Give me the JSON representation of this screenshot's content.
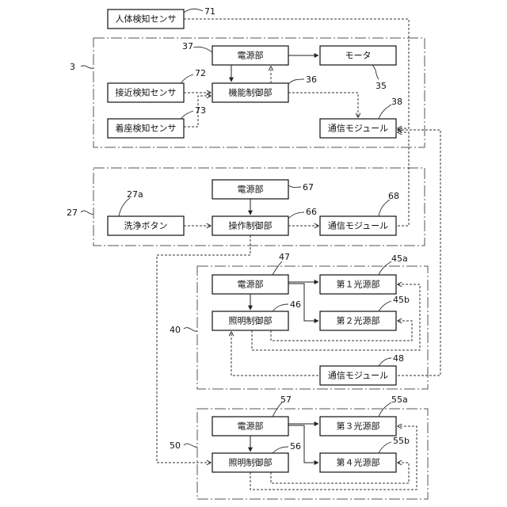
{
  "nodes": {
    "human_sensor": "人体検知センサ",
    "power1": "電源部",
    "motor": "モータ",
    "proximity_sensor": "接近検知センサ",
    "function_ctrl": "機能制御部",
    "seat_sensor": "着座検知センサ",
    "comm1": "通信モジュール",
    "power2": "電源部",
    "wash_button": "洗浄ボタン",
    "operation_ctrl": "操作制御部",
    "comm2": "通信モジュール",
    "power3": "電源部",
    "light1": "第１光源部",
    "lighting_ctrl1": "照明制御部",
    "light2": "第２光源部",
    "comm3": "通信モジュール",
    "power4": "電源部",
    "light3": "第３光源部",
    "lighting_ctrl2": "照明制御部",
    "light4": "第４光源部"
  },
  "refs": {
    "r71": "71",
    "r3": "3",
    "r37": "37",
    "r72": "72",
    "r36": "36",
    "r35": "35",
    "r73": "73",
    "r38": "38",
    "r27a": "27a",
    "r67": "67",
    "r27": "27",
    "r66": "66",
    "r68": "68",
    "r47": "47",
    "r45a": "45a",
    "r45b": "45b",
    "r46": "46",
    "r40": "40",
    "r48": "48",
    "r57": "57",
    "r55a": "55a",
    "r55b": "55b",
    "r50": "50",
    "r56": "56"
  }
}
